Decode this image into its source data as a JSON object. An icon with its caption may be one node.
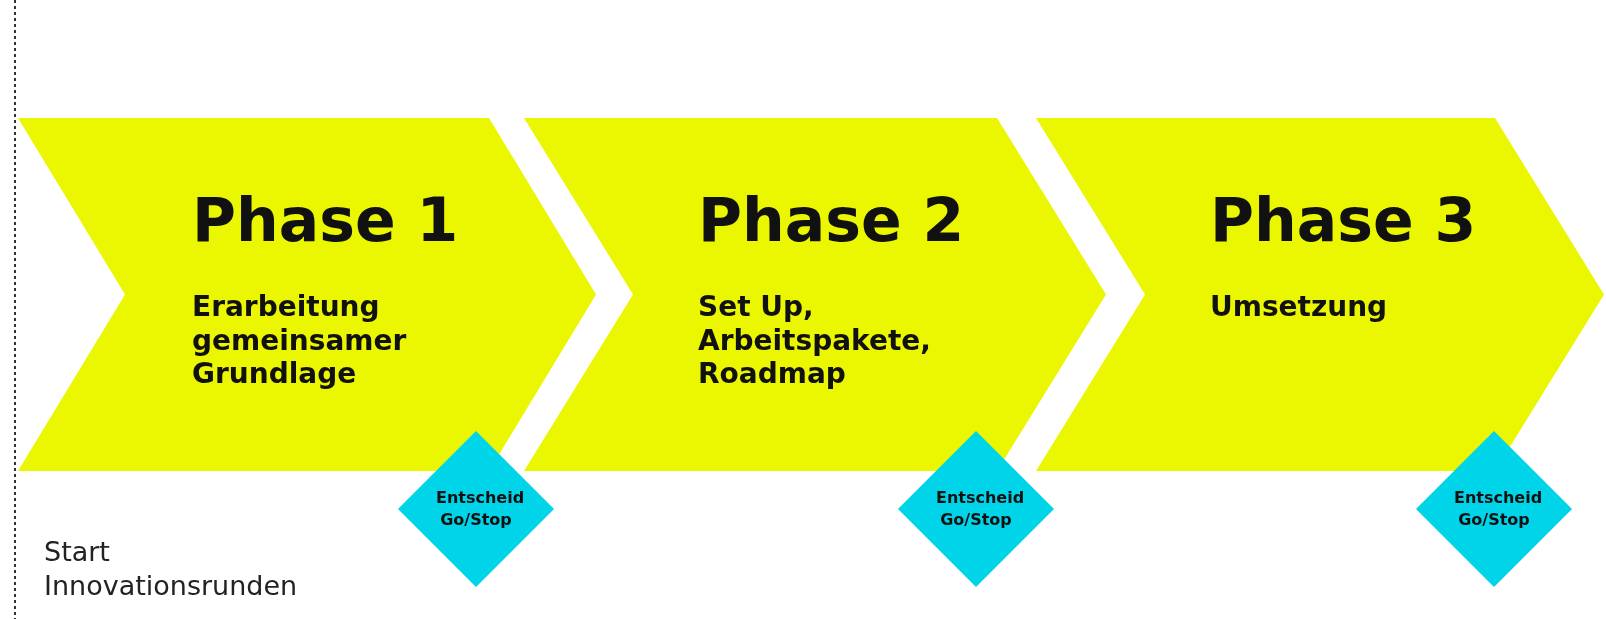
{
  "diagram": {
    "nodes": [
      {
        "text": [
          "Phase 1",
          "Erarbeitung gemeinsamer Grundlage"
        ]
      },
      {
        "text": [
          "Phase 2",
          "Set Up, Arbeitspakete, Roadmap"
        ]
      },
      {
        "text": [
          "Phase 3",
          "Umsetzung"
        ]
      },
      {
        "text": [
          "Entscheid Go/Stop"
        ]
      },
      {
        "text": [
          "Entscheid Go/Stop"
        ]
      },
      {
        "text": [
          "Entscheid Go/Stop"
        ]
      }
    ],
    "labels": [
      "Start Innovationsrunden"
    ]
  }
}
